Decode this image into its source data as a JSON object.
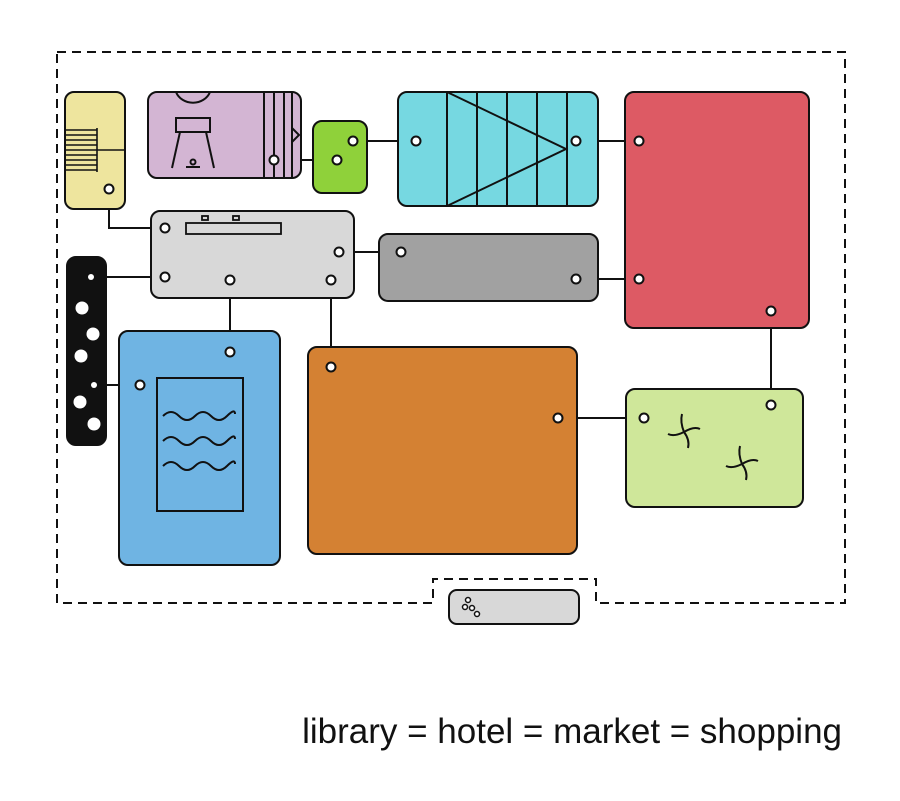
{
  "caption": "library = hotel = market = shopping",
  "colors": {
    "stroke": "#111111",
    "yellow": "#eee59e",
    "purple": "#d3b5d3",
    "lime": "#8fd13a",
    "cyan": "#76d8e1",
    "red": "#dd5a64",
    "light_gray": "#d8d8d8",
    "mid_gray": "#a1a1a1",
    "black": "#111111",
    "blue": "#6fb4e3",
    "orange": "#d48133",
    "light_green": "#cfe79a",
    "background": "#ffffff"
  },
  "blocks": [
    {
      "id": "yellow-block",
      "color": "yellow"
    },
    {
      "id": "purple-block",
      "color": "purple"
    },
    {
      "id": "lime-block",
      "color": "lime"
    },
    {
      "id": "cyan-block",
      "color": "cyan"
    },
    {
      "id": "red-block",
      "color": "red"
    },
    {
      "id": "light-gray-block",
      "color": "light_gray"
    },
    {
      "id": "mid-gray-block",
      "color": "mid_gray"
    },
    {
      "id": "black-block",
      "color": "black"
    },
    {
      "id": "blue-block",
      "color": "blue"
    },
    {
      "id": "orange-block",
      "color": "orange"
    },
    {
      "id": "light-green-block",
      "color": "light_green"
    },
    {
      "id": "entrance-block",
      "color": "light_gray"
    }
  ]
}
